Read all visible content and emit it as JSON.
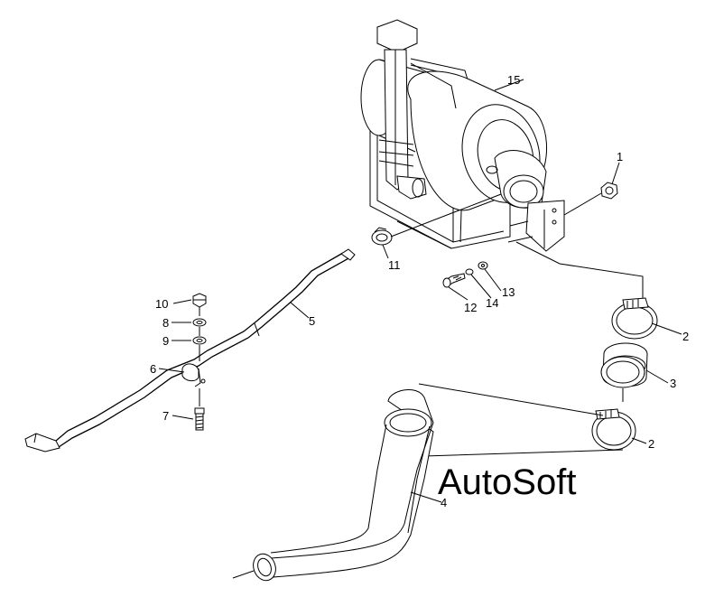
{
  "diagram": {
    "watermark": "AutoSoft",
    "callouts": {
      "c1": "1",
      "c2a": "2",
      "c2b": "2",
      "c3": "3",
      "c4": "4",
      "c5": "5",
      "c6": "6",
      "c7": "7",
      "c8": "8",
      "c9": "9",
      "c10": "10",
      "c11": "11",
      "c12": "12",
      "c13": "13",
      "c14": "14",
      "c15": "15"
    }
  }
}
